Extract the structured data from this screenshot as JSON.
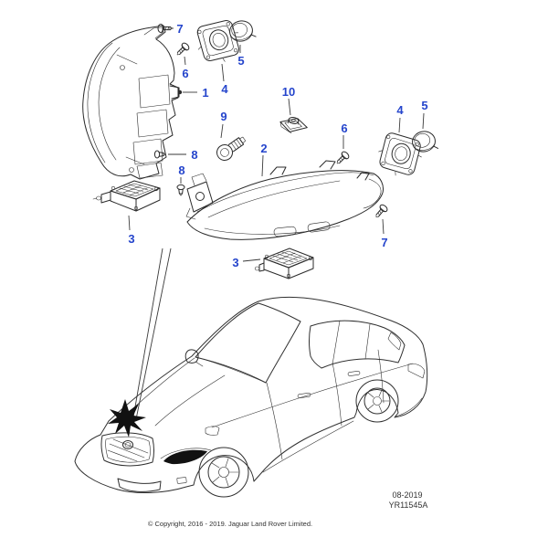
{
  "diagram": {
    "callouts": [
      {
        "id": "7-left",
        "label": "7"
      },
      {
        "id": "6-left",
        "label": "6"
      },
      {
        "id": "1",
        "label": "1"
      },
      {
        "id": "4-left",
        "label": "4"
      },
      {
        "id": "5-left",
        "label": "5"
      },
      {
        "id": "9",
        "label": "9"
      },
      {
        "id": "8-upper",
        "label": "8"
      },
      {
        "id": "8-lower",
        "label": "8"
      },
      {
        "id": "10",
        "label": "10"
      },
      {
        "id": "2",
        "label": "2"
      },
      {
        "id": "6-right",
        "label": "6"
      },
      {
        "id": "4-right",
        "label": "4"
      },
      {
        "id": "5-right",
        "label": "5"
      },
      {
        "id": "7-right",
        "label": "7"
      },
      {
        "id": "3-left",
        "label": "3"
      },
      {
        "id": "3-right",
        "label": "3"
      }
    ],
    "footer": {
      "date_code": "08-2019",
      "drawing_number": "YR11545A",
      "copyright": "© Copyright, 2016 - 2019. Jaguar Land Rover Limited."
    },
    "colors": {
      "callout_blue": "#2545cc",
      "line": "#2b2b2b",
      "highlight": "#111111",
      "background": "#ffffff"
    }
  }
}
